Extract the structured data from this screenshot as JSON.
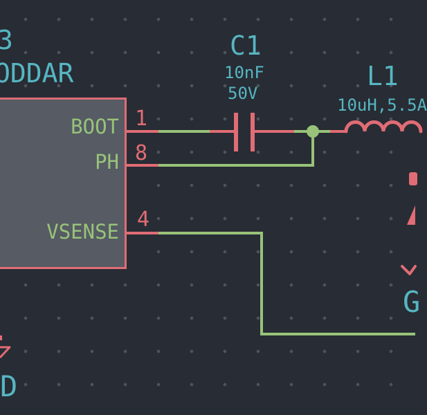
{
  "app": {
    "description": "KiCad-style schematic canvas, dark theme, showing part of a buck regulator circuit"
  },
  "palette": {
    "background": "#282c34",
    "symbol_outline": "#e06c75",
    "pin_number": "#e06c75",
    "wire": "#98c379",
    "pin_name": "#98c379",
    "junction": "#98c379",
    "reference_value_text": "#56b6c2",
    "ic_fill": "#565b64",
    "grid_dot": "#4e535c"
  },
  "ic": {
    "reference_partial": "3",
    "value_partial": "ODDAR",
    "pins": [
      {
        "name": "BOOT",
        "number": "1"
      },
      {
        "name": "PH",
        "number": "8"
      },
      {
        "name": "VSENSE",
        "number": "4"
      }
    ]
  },
  "capacitor": {
    "reference": "C1",
    "value": "10nF",
    "rating": "50V"
  },
  "inductor": {
    "reference": "L1",
    "value": "10uH,5.5A"
  },
  "power": {
    "bottom_left_label_partial": "D",
    "right_label_partial": "G"
  }
}
